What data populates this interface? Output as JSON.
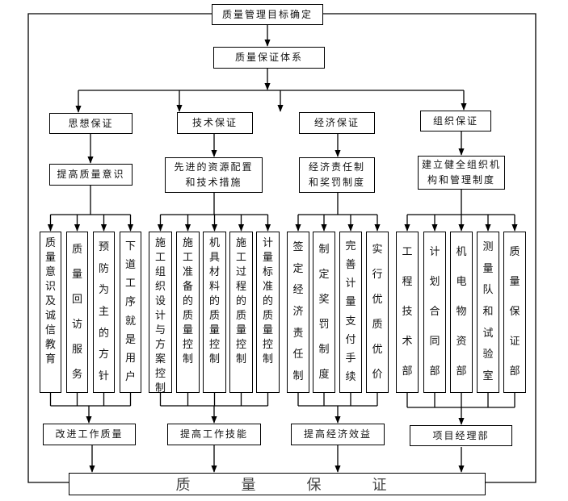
{
  "title": "质量管理目标确定",
  "system": "质量保证体系",
  "branches": [
    {
      "label": "思想保证",
      "measure": "提高质量意识",
      "items": [
        "质量意识及诚信教育",
        "质量回访服务",
        "预防为主的方针",
        "下道工序就是用户"
      ],
      "result": "改进工作质量"
    },
    {
      "label": "技术保证",
      "measure": "先进的资源配置和技术措施",
      "measure_lines": [
        "先进的资源配置",
        "和技术措施"
      ],
      "items": [
        "施工组织设计与方案控制",
        "施工准备的质量控制",
        "机具材料的质量控制",
        "施工过程的质量控制",
        "计量标准的质量控制"
      ],
      "result": "提高工作技能"
    },
    {
      "label": "经济保证",
      "measure": "经济责任制和奖罚制度",
      "measure_lines": [
        "经济责任制",
        "和奖罚制度"
      ],
      "items": [
        "签定经济责任制",
        "制定奖罚制度",
        "完善计量支付手续",
        "实行优质优价"
      ],
      "result": "提高经济效益"
    },
    {
      "label": "组织保证",
      "measure": "建立健全组织机构和管理制度",
      "measure_lines": [
        "建立健全组织机",
        "构和管理制度"
      ],
      "items": [
        "工程技术部",
        "计划合同部",
        "机电物资部",
        "测量队和试验室",
        "质量保证部"
      ],
      "result": "项目经理部"
    }
  ],
  "final": {
    "label": "质量保证",
    "chars": [
      "质",
      "量",
      "保",
      "证"
    ]
  }
}
